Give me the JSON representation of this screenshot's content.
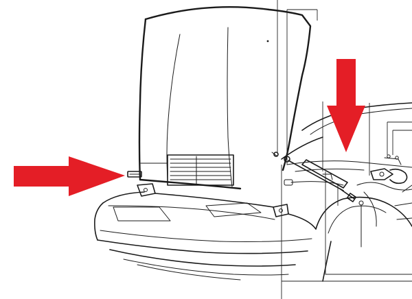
{
  "figure": {
    "background": "#ffffff",
    "line_color": "#1a1a1a",
    "arrow_color": "#e41e26"
  },
  "arrows": [
    {
      "name": "arrow-left-hood-latch",
      "points_to": "hood-latch-tab",
      "direction": "right"
    },
    {
      "name": "arrow-gas-strut",
      "points_to": "gas-strut",
      "direction": "down"
    }
  ]
}
